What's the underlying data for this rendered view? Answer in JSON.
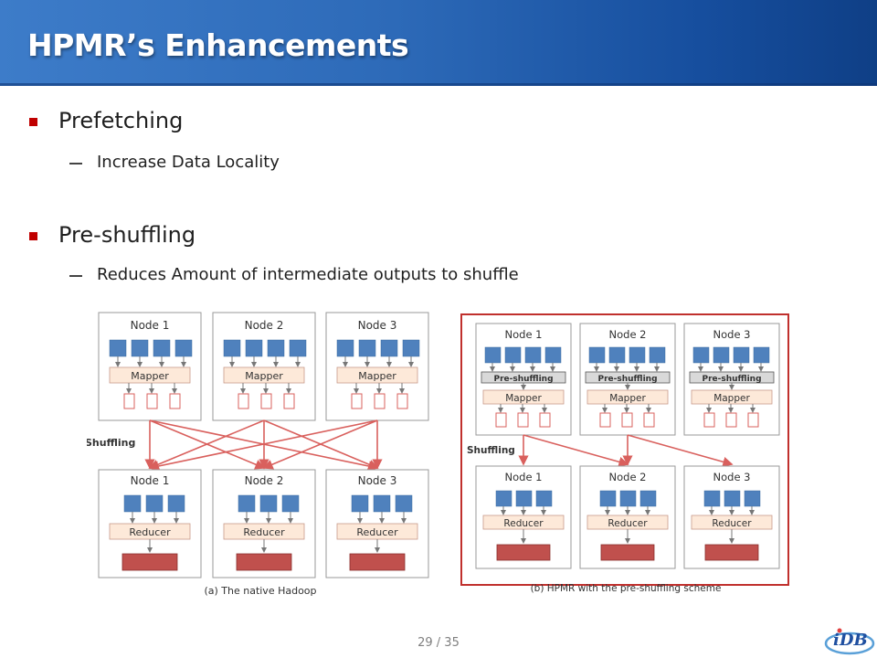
{
  "slide": {
    "title": "HPMR’s Enhancements",
    "page_number": "29 / 35"
  },
  "bullets": [
    {
      "label": "Prefetching",
      "sub": "Increase Data Locality"
    },
    {
      "label": "Pre-shuffling",
      "sub": "Reduces Amount of intermediate outputs to shuffle"
    }
  ],
  "diagram": {
    "left": {
      "caption": "(a) The native Hadoop",
      "shuffle_label": "Shuffling",
      "map_nodes": [
        "Node 1",
        "Node 2",
        "Node 3"
      ],
      "map_stage_label": "Mapper",
      "reduce_nodes": [
        "Node 1",
        "Node 2",
        "Node 3"
      ],
      "reduce_stage_label": "Reducer"
    },
    "right": {
      "caption": "(b) HPMR with the pre-shuffling scheme",
      "shuffle_label": "Shuffling",
      "map_nodes": [
        "Node 1",
        "Node 2",
        "Node 3"
      ],
      "preshuffle_label": "Pre-shuffling",
      "map_stage_label": "Mapper",
      "reduce_nodes": [
        "Node 1",
        "Node 2",
        "Node 3"
      ],
      "reduce_stage_label": "Reducer"
    },
    "colors": {
      "block": "#4f81bd",
      "stage_box": "#fde9d9",
      "arrow": "#d9605d",
      "output_box": "#c0504d",
      "frame": "#c0302d"
    }
  },
  "logo": {
    "icon": "idb-logo-icon"
  }
}
